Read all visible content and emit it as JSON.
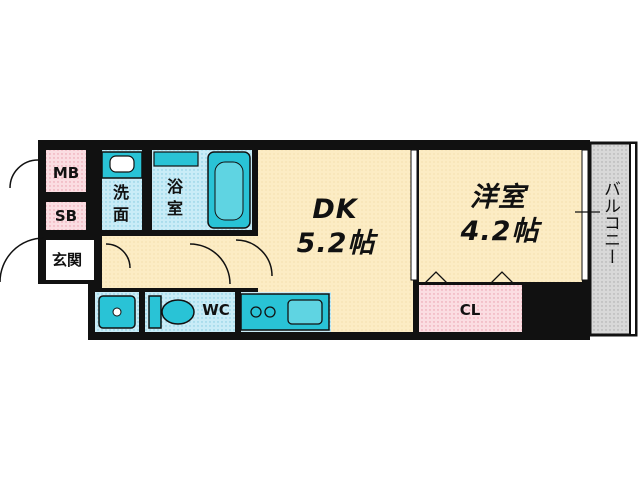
{
  "rooms": {
    "dk": {
      "name": "DK",
      "size": "5.2帖"
    },
    "western": {
      "name": "洋室",
      "size": "4.2帖"
    },
    "closet": "CL",
    "wc": "WC",
    "bath": "浴室",
    "washroom": "洗面",
    "mb": "MB",
    "sb": "SB",
    "entrance": "玄関",
    "balcony": "バルコニー"
  },
  "colors": {
    "floor": "#fcecc4",
    "wet": "#c9ecf7",
    "storage": "#fbdde2",
    "wall": "#111111",
    "fixture": "#29c3d6",
    "balcony": "#d8d8d8"
  }
}
